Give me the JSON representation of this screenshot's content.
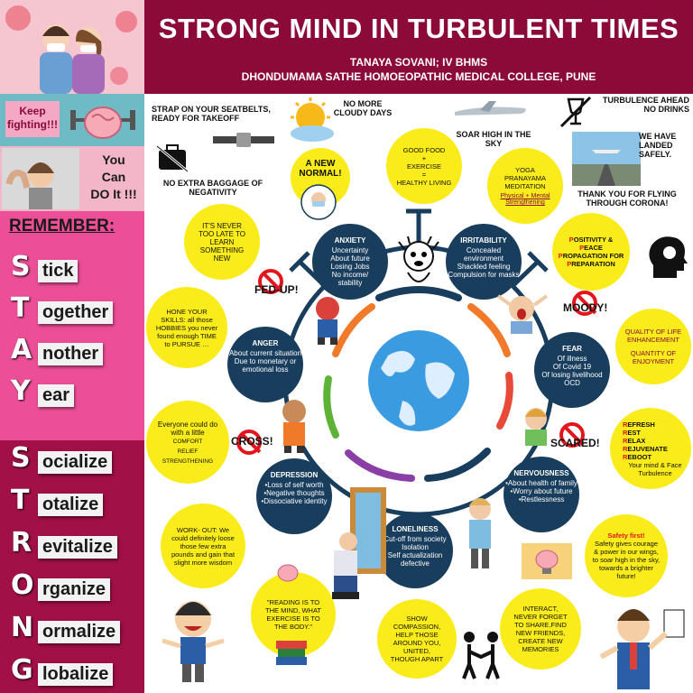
{
  "header": {
    "title": "STRONG MIND IN TURBULENT TIMES",
    "author": "TANAYA SOVANI; IV BHMS",
    "college": "DHONDUMAMA SATHE HOMOEOPATHIC MEDICAL COLLEGE, PUNE"
  },
  "sidebar": {
    "keep": "Keep fighting!!!",
    "can_line1": "You",
    "can_line2": "Can",
    "can_line3": "DO It !!!",
    "remember": "REMEMBER:",
    "stay": [
      {
        "letter": "S",
        "word": "tick"
      },
      {
        "letter": "T",
        "word": "ogether"
      },
      {
        "letter": "A",
        "word": "nother"
      },
      {
        "letter": "Y",
        "word": "ear"
      }
    ],
    "strong": [
      {
        "letter": "S",
        "word": "ocialize"
      },
      {
        "letter": "T",
        "word": "otalize"
      },
      {
        "letter": "R",
        "word": "evitalize"
      },
      {
        "letter": "O",
        "word": "rganize"
      },
      {
        "letter": "N",
        "word": "ormalize"
      },
      {
        "letter": "G",
        "word": "lobalize"
      }
    ]
  },
  "captions": {
    "seatbelts": "STRAP ON YOUR SEATBELTS, READY FOR TAKEOFF",
    "cloudy": "NO MORE CLOUDY DAYS",
    "soar": "SOAR HIGH IN THE SKY",
    "turbulence": "TURBULENCE AHEAD NO DRINKS",
    "landed": "WE HAVE LANDED SAFELY.",
    "thanks": "THANK YOU FOR FLYING THROUGH CORONA!",
    "baggage": "NO EXTRA BAGGAGE OF NEGATIVITY",
    "fedup": "FED-UP!",
    "moody": "MOODY!",
    "cross": "CROSS!",
    "scared": "SCARED!"
  },
  "bubbles": {
    "new_normal": "A NEW NORMAL!",
    "food": [
      "GOOD FOOD",
      "+",
      "EXERCISE",
      "=",
      "HEALTHY LIVING"
    ],
    "yoga": [
      "YOGA",
      "PRANAYAMA",
      "MEDITATION"
    ],
    "yoga_note": "Physical + Mental Strengthening",
    "never_late": "IT'S NEVER TOO LATE TO LEARN SOMETHING NEW",
    "peace": [
      "P",
      "OSITIVITY &",
      "P",
      "EACE",
      "P",
      "ROPAGATION FOR",
      "P",
      "REPARATION"
    ],
    "hone": "HONE YOUR SKILLS: all those HOBBIES you never found enough TIME to PURSUE …",
    "quality_a": "QUALITY OF LIFE ENHANCEMENT",
    "quality_b": "QUANTITY OF ENJOYMENT",
    "comfort": [
      "Everyone could do with a little",
      "COMFORT",
      "RELIEF",
      "STRENGTHENING"
    ],
    "refresh": [
      "EFRESH",
      "EST",
      "ELAX",
      "EJUVENATE",
      "EBOOT"
    ],
    "refresh_note": "Your mind & Face Turbulence",
    "workout": "WORK- OUT: We could definitely loose those few extra pounds and gain that slight more wisdom",
    "safety_title": "Safety first!",
    "safety": "Safety gives courage & power in our wings, to soar high in the sky, towards a brighter future!",
    "reading": "\"READING IS TO THE MIND, WHAT EXERCISE IS TO THE BODY.\"",
    "compassion": "SHOW COMPASSION, HELP THOSE AROUND YOU, UNITED, THOUGH APART",
    "interact": "INTERACT, NEVER FORGET TO SHARE.FIND NEW FRIENDS, CREATE NEW MEMORIES"
  },
  "emotions": {
    "anxiety": {
      "title": "ANXIETY",
      "lines": [
        "Uncertainty",
        "About future",
        "Losing Jobs",
        "No income/",
        "stability"
      ]
    },
    "irritability": {
      "title": "IRRITABILITY",
      "lines": [
        "Concealed environment",
        "Shackled feeling",
        "Compulsion for masks"
      ]
    },
    "anger": {
      "title": "ANGER",
      "lines": [
        "About current situation",
        "Due to monetary or emotional loss"
      ]
    },
    "fear": {
      "title": "FEAR",
      "lines": [
        "Of illness",
        "Of Covid 19",
        "Of losing livelihood",
        "OCD"
      ]
    },
    "depression": {
      "title": "DEPRESSION",
      "lines": [
        "•Loss of self worth",
        "•Negative thoughts",
        "•Dissociative identity"
      ]
    },
    "nervousness": {
      "title": "NERVOUSNESS",
      "lines": [
        "•About health of family",
        "•Worry about future",
        "•Restlessness"
      ]
    },
    "loneliness": {
      "title": "LONELINESS",
      "lines": [
        "Cut-off from society",
        "Isolation",
        "Self actualization defective"
      ]
    }
  },
  "colors": {
    "header": "#8b0a37",
    "yellow": "#f9ec1a",
    "navy": "#183d5d",
    "stay_bg": "#ec4f97",
    "strong_bg": "#a11047"
  }
}
